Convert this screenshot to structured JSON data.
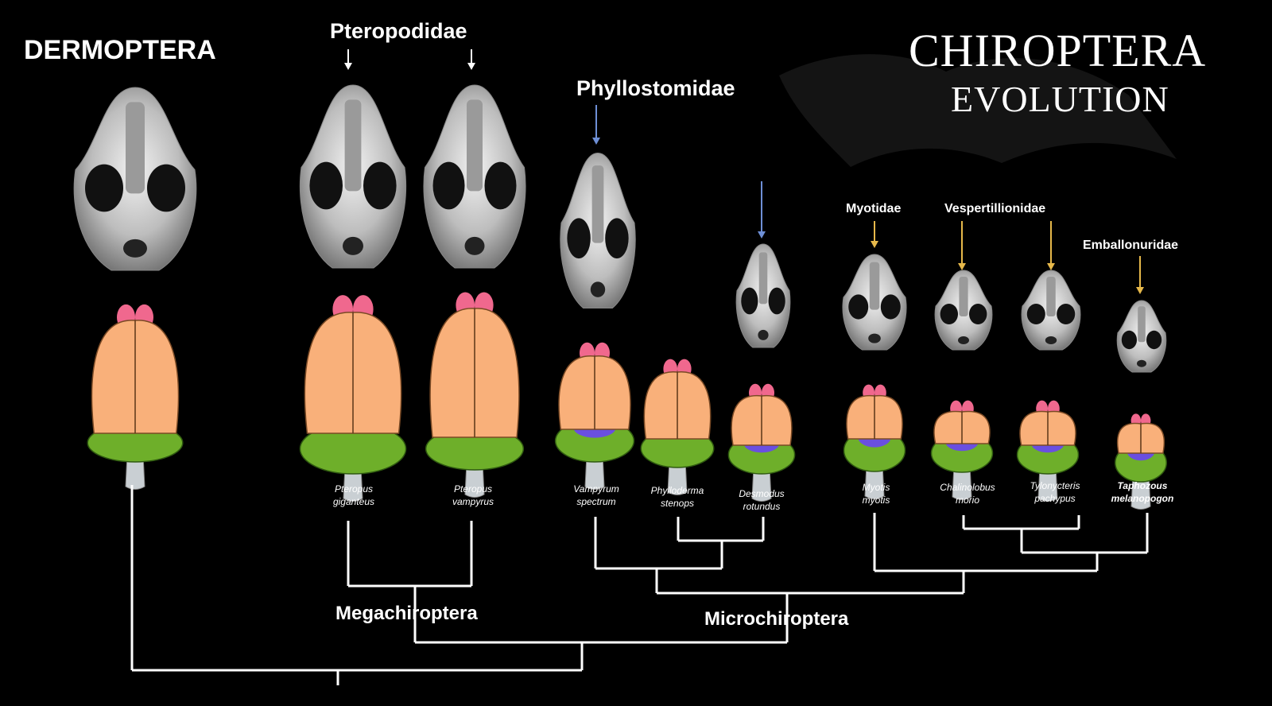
{
  "title": {
    "line1": "CHIROPTERA",
    "line2": "EVOLUTION"
  },
  "groups": {
    "dermoptera": "DERMOPTERA",
    "pteropodidae": "Pteropodidae",
    "phyllostomidae": "Phyllostomidae",
    "myotidae": "Myotidae",
    "vespertillionidae": "Vespertillionidae",
    "emballonuridae": "Emballonuridae"
  },
  "clades": {
    "mega": "Megachiroptera",
    "micro": "Microchiroptera"
  },
  "species": [
    {
      "line1": "Pteropus",
      "line2": "giganteus"
    },
    {
      "line1": "Pteropus",
      "line2": "vampyrus"
    },
    {
      "line1": "Vampyrum",
      "line2": "spectrum"
    },
    {
      "line1": "Phylloderma",
      "line2": "stenops"
    },
    {
      "line1": "Desmodus",
      "line2": "rotundus"
    },
    {
      "line1": "Myotis",
      "line2": "myotis"
    },
    {
      "line1": "Chalinolobus",
      "line2": "morio"
    },
    {
      "line1": "Tylonycteris",
      "line2": "pachypus"
    },
    {
      "line1": "Taphozous",
      "line2": "melanopogon"
    }
  ],
  "colors": {
    "background": "#000000",
    "cerebrum": "#F9B07A",
    "olfactory_bulb": "#F0688E",
    "cerebellum": "#6EAF2A",
    "midbrain": "#6A4FE0",
    "brainstem": "#C9CFD3",
    "bone": "#D8D8D8",
    "tree_line": "#FFFFFF",
    "arrow_white": "#FFFFFF",
    "arrow_blue": "#6E8FD6",
    "arrow_yellow": "#E6B84A"
  }
}
